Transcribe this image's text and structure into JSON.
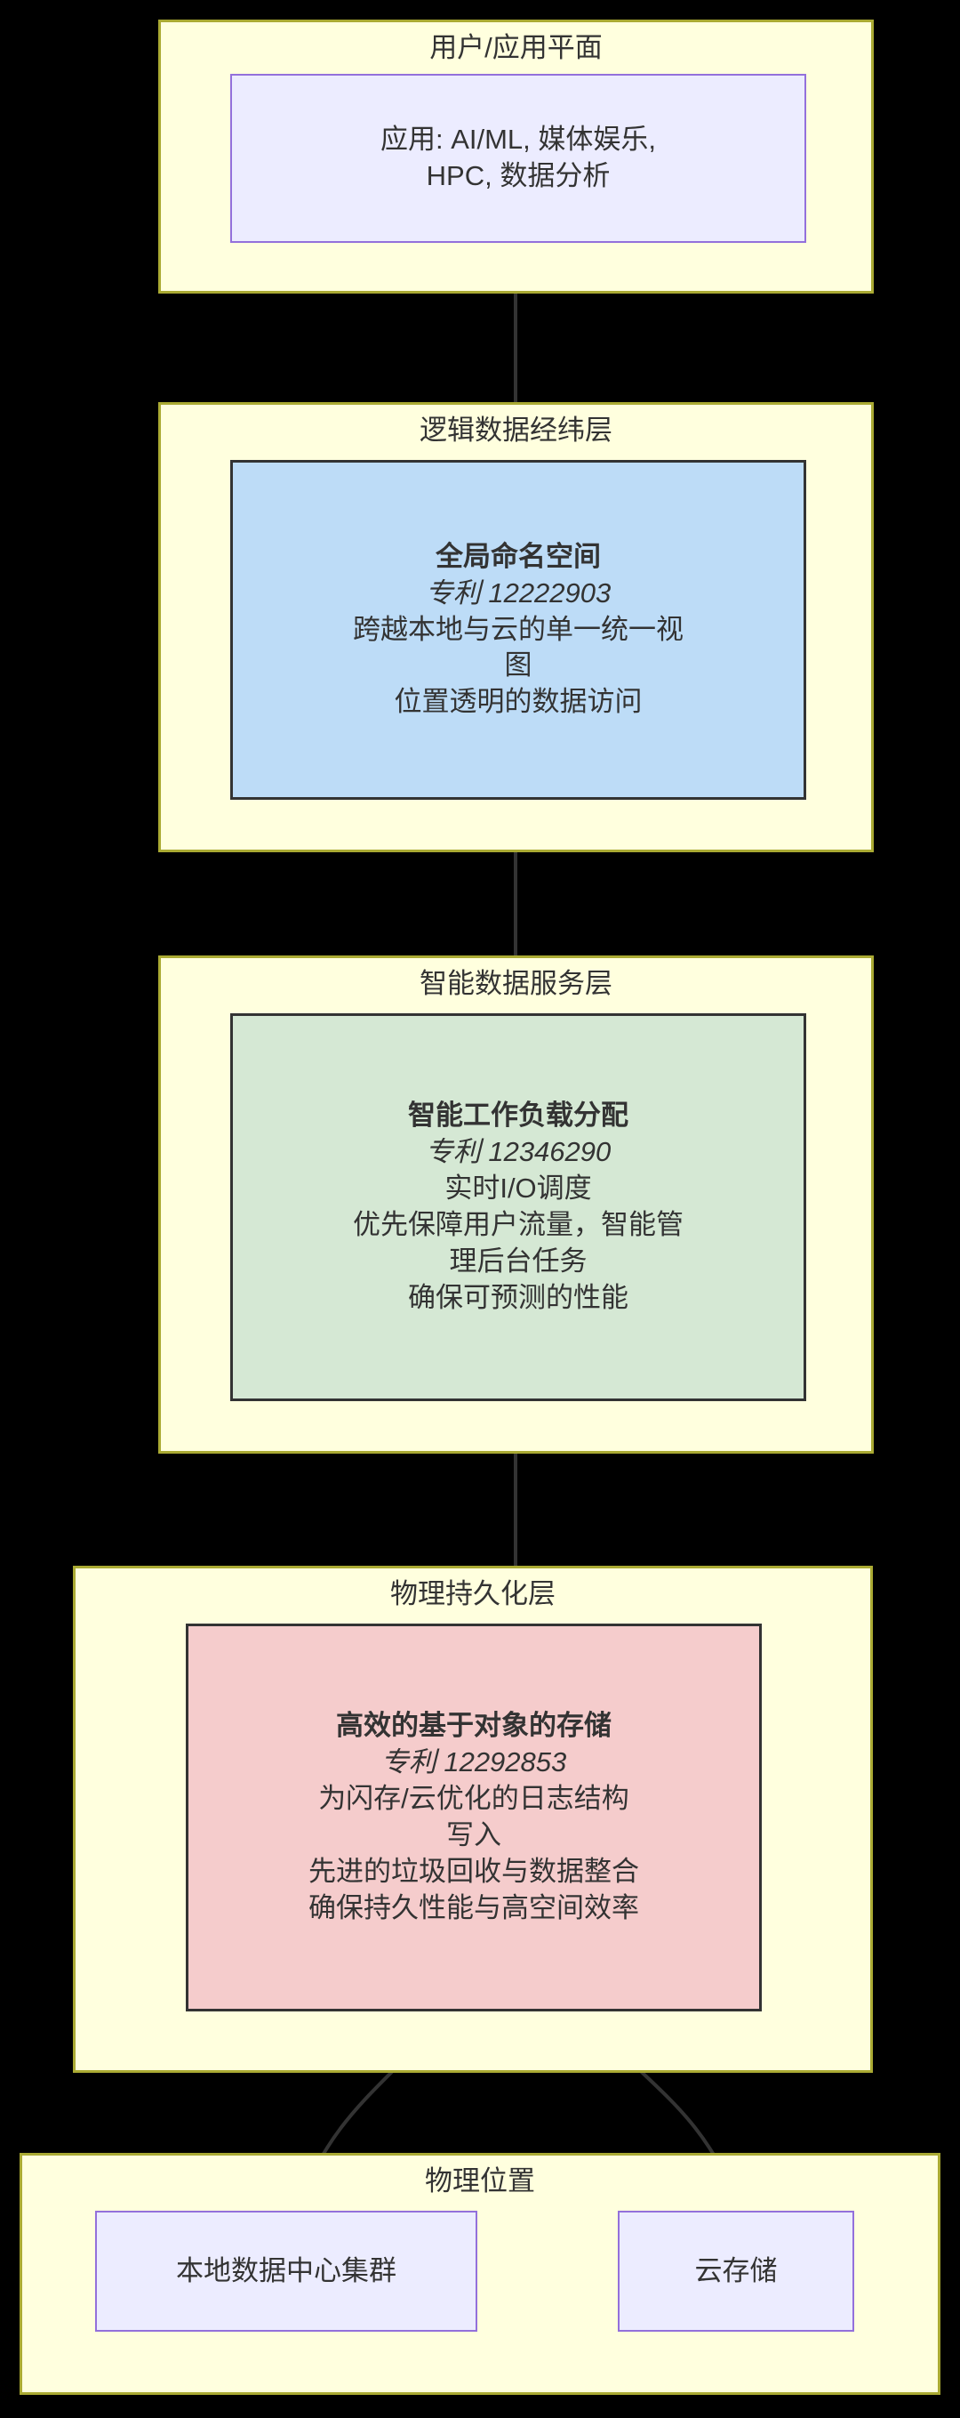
{
  "diagram": {
    "type": "flowchart",
    "direction": "top-down",
    "background": "#000000",
    "cluster_fill": "#ffffde",
    "cluster_stroke": "#aaaa33",
    "colors": {
      "purple_fill": "#ececff",
      "purple_stroke": "#9370db",
      "blue_fill": "#bddcf7",
      "green_fill": "#d5e8d4",
      "red_fill": "#f5cccc",
      "node_stroke": "#333333",
      "edge_stroke": "#333333"
    },
    "clusters": [
      {
        "id": "user-application-plane",
        "title": "用户/应用平面"
      },
      {
        "id": "logical-data-fabric-layer",
        "title": "逻辑数据经纬层"
      },
      {
        "id": "intelligent-data-services-layer",
        "title": "智能数据服务层"
      },
      {
        "id": "physical-persistence-layer",
        "title": "物理持久化层"
      },
      {
        "id": "physical-location",
        "title": "物理位置"
      }
    ],
    "nodes": [
      {
        "id": "applications",
        "cluster": "user-application-plane",
        "style": "purple",
        "lines": [
          "应用: AI/ML, 媒体娱乐,",
          "HPC, 数据分析"
        ]
      },
      {
        "id": "global-namespace",
        "cluster": "logical-data-fabric-layer",
        "style": "blue",
        "title": "全局命名空间",
        "patent": "专利 12222903",
        "lines": [
          "跨越本地与云的单一统一视",
          "图",
          "位置透明的数据访问"
        ]
      },
      {
        "id": "intelligent-workload-allocation",
        "cluster": "intelligent-data-services-layer",
        "style": "green",
        "title": "智能工作负载分配",
        "patent": "专利 12346290",
        "lines": [
          "实时I/O调度",
          "优先保障用户流量，智能管",
          "理后台任务",
          "确保可预测的性能"
        ]
      },
      {
        "id": "efficient-object-based-storage",
        "cluster": "physical-persistence-layer",
        "style": "red",
        "title": "高效的基于对象的存储",
        "patent": "专利 12292853",
        "lines": [
          "为闪存/云优化的日志结构",
          "写入",
          "先进的垃圾回收与数据整合",
          "确保持久性能与高空间效率"
        ]
      },
      {
        "id": "on-premise-datacenter-cluster",
        "cluster": "physical-location",
        "style": "purple",
        "lines": [
          "本地数据中心集群"
        ]
      },
      {
        "id": "cloud-storage",
        "cluster": "physical-location",
        "style": "purple",
        "lines": [
          "云存储"
        ]
      }
    ],
    "edges": [
      {
        "from": "applications",
        "to": "global-namespace",
        "arrow": true
      },
      {
        "from": "global-namespace",
        "to": "intelligent-workload-allocation",
        "arrow": true
      },
      {
        "from": "intelligent-workload-allocation",
        "to": "efficient-object-based-storage",
        "arrow": true
      },
      {
        "from": "efficient-object-based-storage",
        "to": "on-premise-datacenter-cluster",
        "arrow": false
      },
      {
        "from": "efficient-object-based-storage",
        "to": "cloud-storage",
        "arrow": false
      }
    ]
  }
}
